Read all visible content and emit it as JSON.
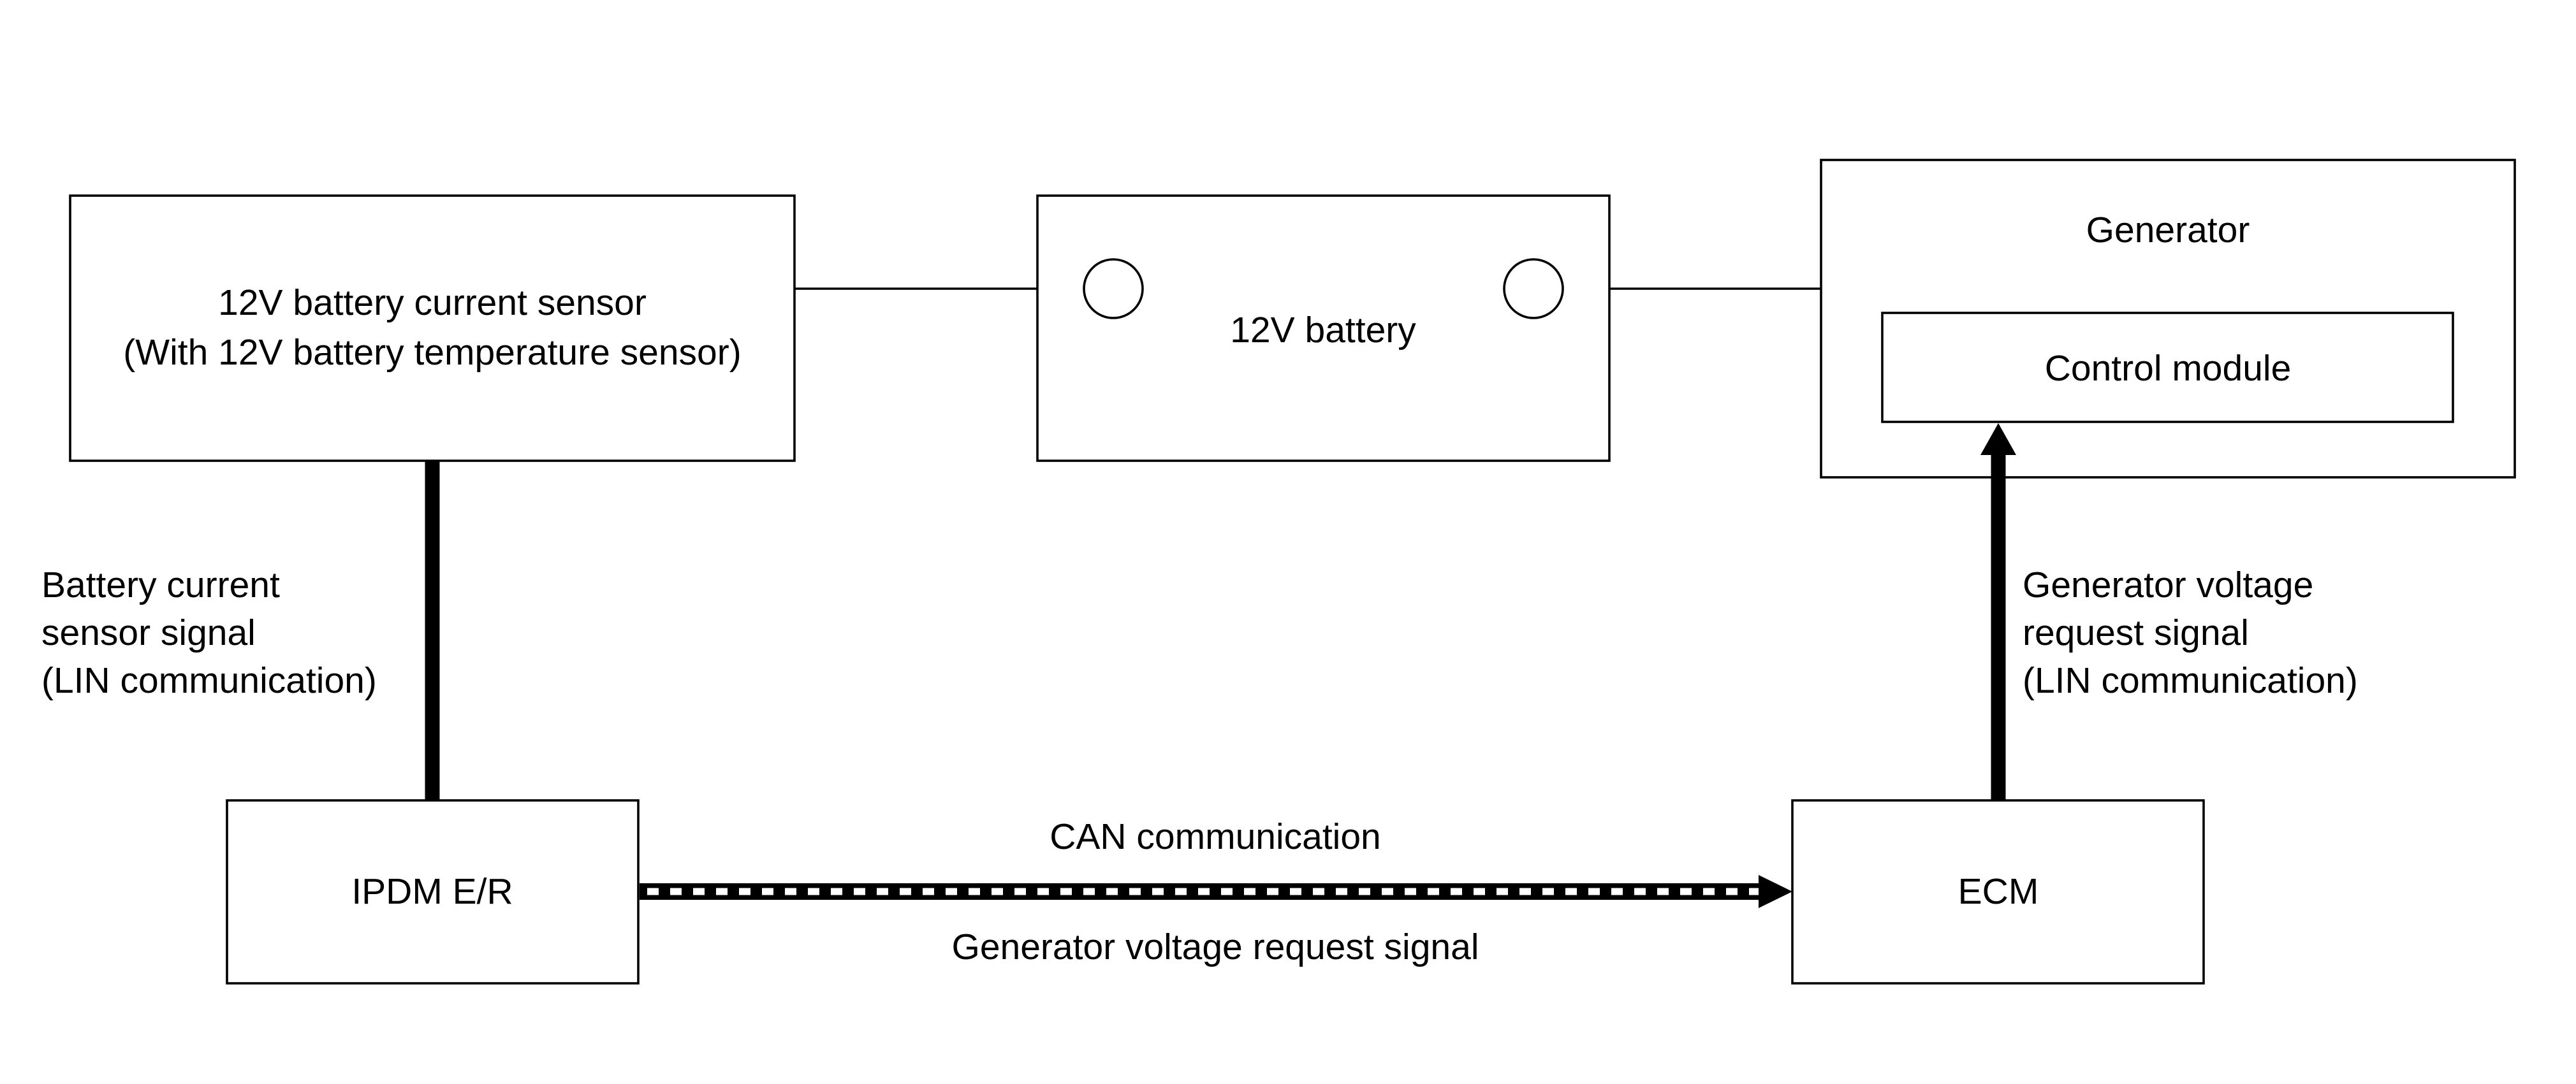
{
  "diagram": {
    "battery_sensor": {
      "line1": "12V battery current sensor",
      "line2": "(With 12V battery temperature sensor)"
    },
    "battery": {
      "label": "12V battery"
    },
    "generator": {
      "label": "Generator",
      "control_module": "Control module"
    },
    "ipdm": {
      "label": "IPDM E/R"
    },
    "ecm": {
      "label": "ECM"
    },
    "sensor_signal": {
      "line1": "Battery current",
      "line2": "sensor signal",
      "line3": "(LIN communication)"
    },
    "generator_request": {
      "line1": "Generator voltage",
      "line2": "request signal",
      "line3": "(LIN communication)"
    },
    "can_link": {
      "top_label": "CAN communication",
      "bottom_label": "Generator voltage request signal"
    }
  }
}
